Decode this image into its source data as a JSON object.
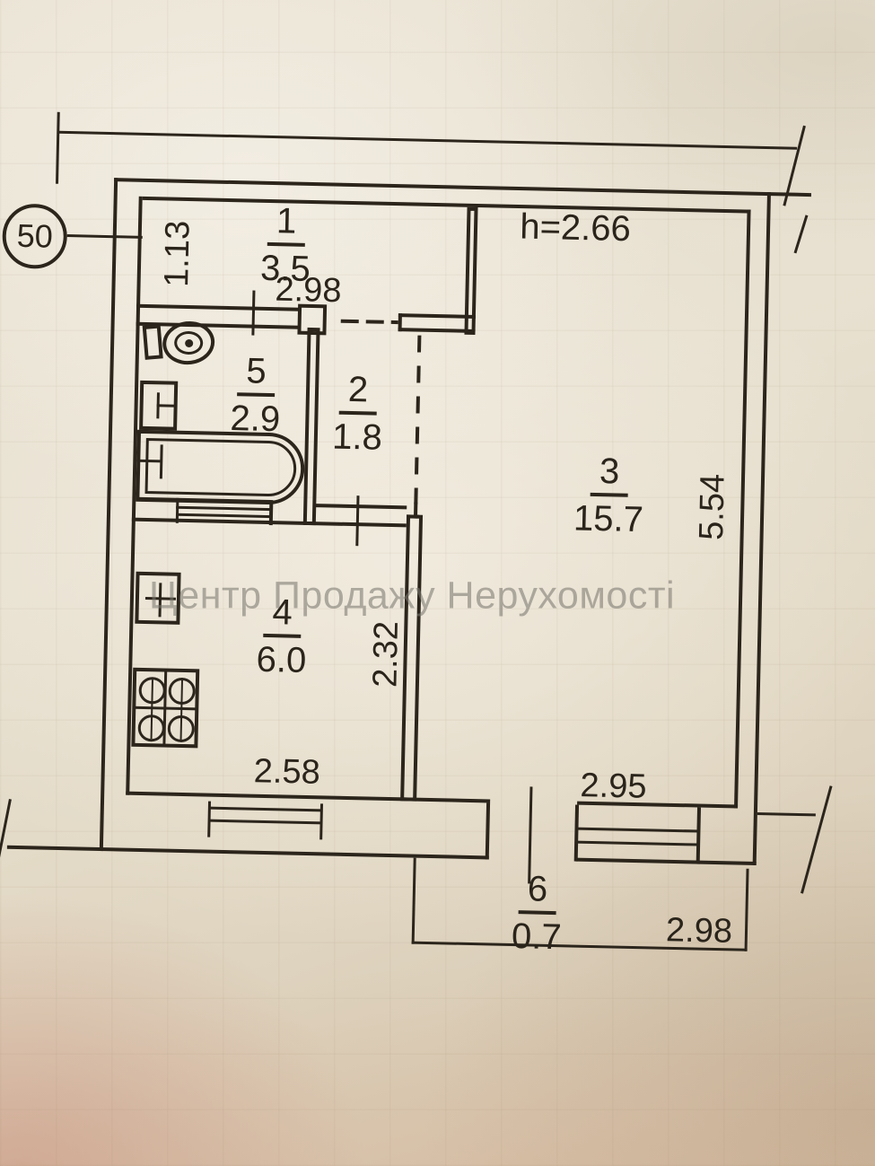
{
  "title": "apartment-floor-plan-photo",
  "unit_number": "50",
  "ceiling_height": "h=2.66",
  "watermark": "Центр Продажу Нерухомості",
  "rooms": [
    {
      "number": "1",
      "area": "3.5"
    },
    {
      "number": "2",
      "area": "1.8"
    },
    {
      "number": "3",
      "area": "15.7"
    },
    {
      "number": "4",
      "area": "6.0"
    },
    {
      "number": "5",
      "area": "2.9"
    },
    {
      "number": "6",
      "area": "0.7"
    }
  ],
  "dimensions": {
    "hallway_width": "2.98",
    "hallway_side": "1.13",
    "living_room_depth": "5.54",
    "living_room_width": "2.95",
    "kitchen_width": "2.58",
    "kitchen_depth": "2.32",
    "balcony_width": "2.98"
  },
  "fixtures": {
    "bathroom": [
      "toilet",
      "washbasin",
      "bathtub"
    ],
    "kitchen": [
      "sink",
      "stove"
    ]
  }
}
